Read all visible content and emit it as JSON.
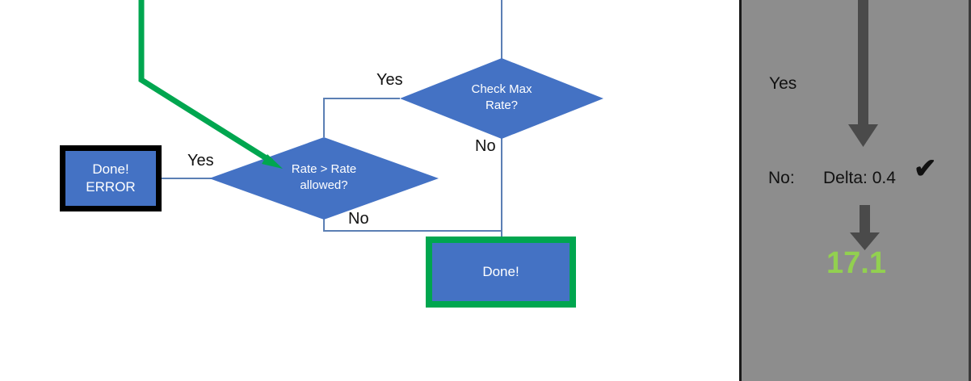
{
  "flowchart": {
    "nodes": [
      {
        "id": "error-box",
        "type": "process",
        "label": "Done!\nERROR",
        "fill": "#4472C4",
        "border": "#000000",
        "border_style": "thick-black"
      },
      {
        "id": "rate-decision",
        "type": "decision",
        "label": "Rate > Rate\nallowed?",
        "fill": "#4472C4"
      },
      {
        "id": "maxrate-decision",
        "type": "decision",
        "label": "Check Max\nRate?",
        "fill": "#4472C4"
      },
      {
        "id": "done-box",
        "type": "process",
        "label": "Done!",
        "fill": "#4472C4",
        "border": "#00A64F",
        "border_style": "thick-green-highlight"
      }
    ],
    "edge_labels": [
      {
        "id": "yes-to-error",
        "text": "Yes"
      },
      {
        "id": "yes-from-maxrate",
        "text": "Yes"
      },
      {
        "id": "no-from-maxrate",
        "text": "No"
      },
      {
        "id": "no-from-rate",
        "text": "No"
      }
    ],
    "highlight_path": {
      "color": "#00A64F",
      "description": "green-highlighted-arrow-into-rate-decision"
    },
    "connector_color": "#5B7FB4"
  },
  "panel": {
    "background": "#8d8d8d",
    "arrow_color": "#4a4a4a",
    "yes_label": "Yes",
    "no_label": "No:",
    "delta_label": "Delta: 0.4",
    "check_mark": "✔",
    "value": "17.1",
    "value_color": "#92D050"
  }
}
